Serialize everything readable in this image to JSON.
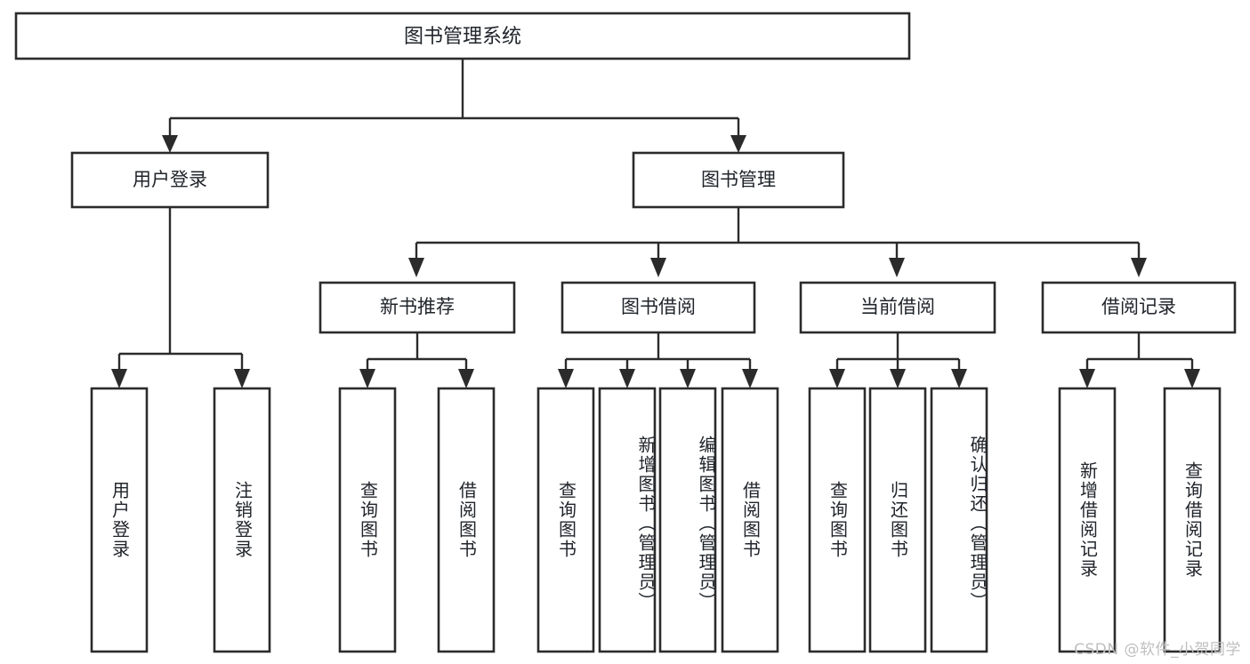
{
  "diagram": {
    "title_node": {
      "label": "图书管理系统"
    },
    "level2": [
      {
        "id": "user-login",
        "label": "用户登录"
      },
      {
        "id": "book-management",
        "label": "图书管理"
      }
    ],
    "level3": [
      {
        "id": "new-book-recommend",
        "label": "新书推荐"
      },
      {
        "id": "book-borrow",
        "label": "图书借阅"
      },
      {
        "id": "current-borrow",
        "label": "当前借阅"
      },
      {
        "id": "borrow-record",
        "label": "借阅记录"
      }
    ],
    "leaves": [
      {
        "id": "leaf-user-login",
        "label": "用户登录",
        "parent": "user-login"
      },
      {
        "id": "leaf-logout-login",
        "label": "注销登录",
        "parent": "user-login"
      },
      {
        "id": "leaf-query-book-1",
        "label": "查询图书",
        "parent": "new-book-recommend"
      },
      {
        "id": "leaf-borrow-book-1",
        "label": "借阅图书",
        "parent": "new-book-recommend"
      },
      {
        "id": "leaf-query-book-2",
        "label": "查询图书",
        "parent": "book-borrow"
      },
      {
        "id": "leaf-add-book",
        "label": "新增图书（管理员）",
        "parent": "book-borrow"
      },
      {
        "id": "leaf-edit-book",
        "label": "编辑图书（管理员）",
        "parent": "book-borrow"
      },
      {
        "id": "leaf-borrow-book-2",
        "label": "借阅图书",
        "parent": "book-borrow"
      },
      {
        "id": "leaf-query-book-3",
        "label": "查询图书",
        "parent": "current-borrow"
      },
      {
        "id": "leaf-return-book",
        "label": "归还图书",
        "parent": "current-borrow"
      },
      {
        "id": "leaf-confirm-return",
        "label": "确认归还（管理员）",
        "parent": "current-borrow"
      },
      {
        "id": "leaf-add-record",
        "label": "新增借阅记录",
        "parent": "borrow-record"
      },
      {
        "id": "leaf-query-record",
        "label": "查询借阅记录",
        "parent": "borrow-record"
      }
    ],
    "watermark": "CSDN @软件_小贺同学",
    "colors": {
      "stroke": "#2b2b2b",
      "box_fill": "#ffffff",
      "text": "#20252b",
      "watermark": "#bfbfbf",
      "background": "#ffffff"
    }
  }
}
